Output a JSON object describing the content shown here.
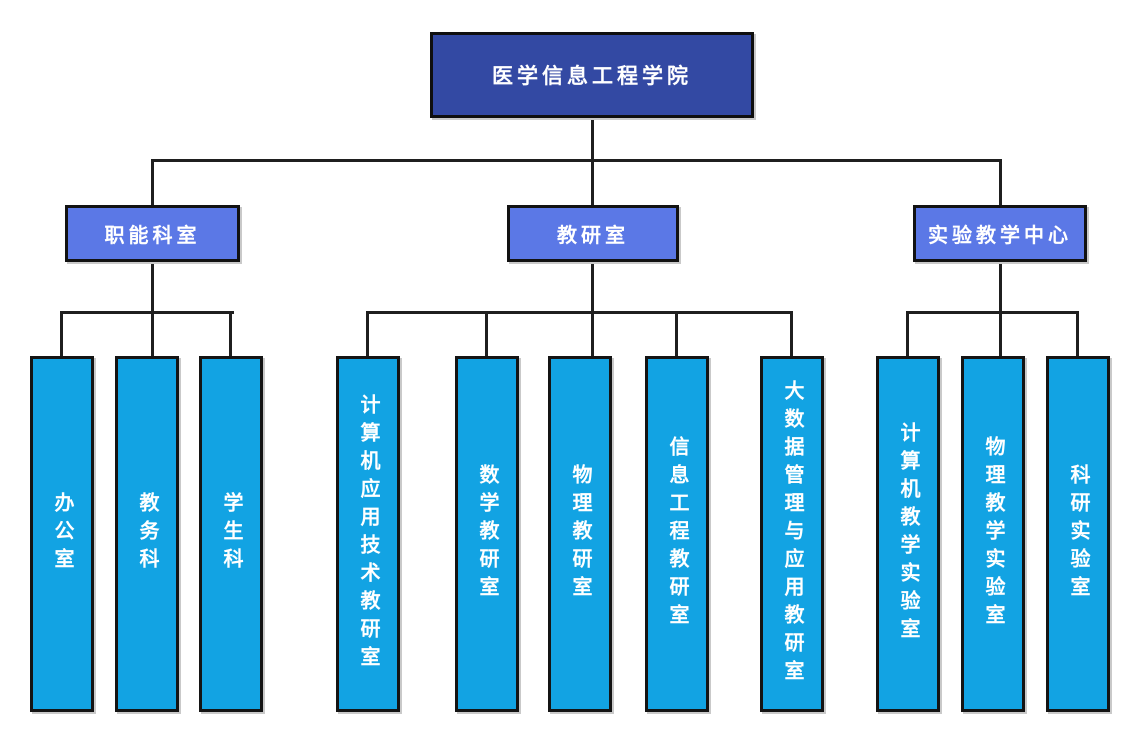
{
  "diagram": {
    "type": "org-chart",
    "background": "#ffffff"
  },
  "root": {
    "label": "医学信息工程学院"
  },
  "groups": [
    {
      "label": "职能科室",
      "children": [
        {
          "label": "办公室"
        },
        {
          "label": "教务科"
        },
        {
          "label": "学生科"
        }
      ]
    },
    {
      "label": "教研室",
      "children": [
        {
          "label": "计算机应用技术教研室"
        },
        {
          "label": "数学教研室"
        },
        {
          "label": "物理教研室"
        },
        {
          "label": "信息工程教研室"
        },
        {
          "label": "大数据管理与应用教研室"
        }
      ]
    },
    {
      "label": "实验教学中心",
      "children": [
        {
          "label": "计算机教学实验室"
        },
        {
          "label": "物理教学实验室"
        },
        {
          "label": "科研实验室"
        }
      ]
    }
  ],
  "colors": {
    "root_bg": "#3349A3",
    "group_bg": "#5B78E6",
    "leaf_bg": "#12A3E3",
    "border": "#121212",
    "connector_line": "#1F1F1F",
    "text": "#FFFFFF",
    "background": "#FFFFFF"
  }
}
